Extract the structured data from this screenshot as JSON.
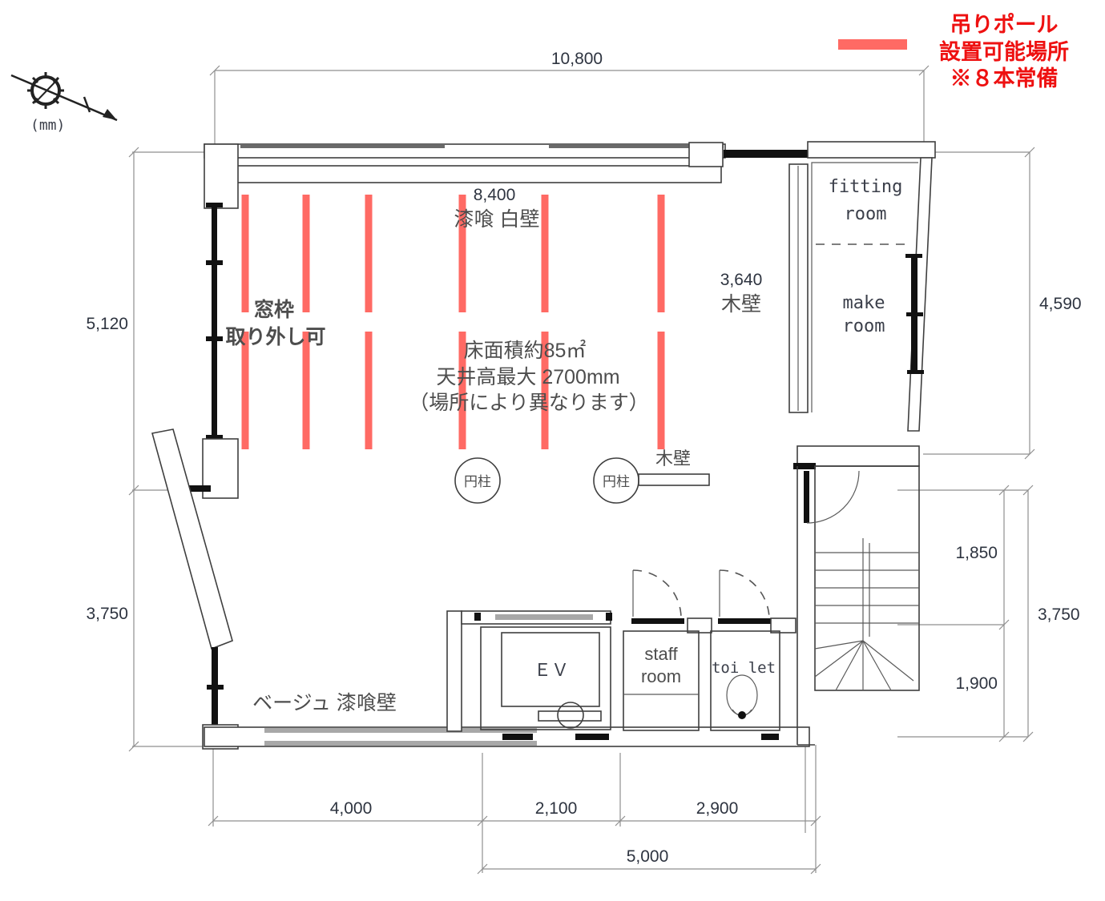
{
  "legend": {
    "lines": [
      "吊りポール",
      "設置可能場所",
      "※８本常備"
    ],
    "text_color": "#ee1111",
    "swatch_color": "#ff6a64"
  },
  "compass": {
    "unit_label": "(mm)"
  },
  "dimensions": {
    "top": "10,800",
    "left_upper": "5,120",
    "left_lower": "3,750",
    "right_upper": "4,590",
    "right_inner_upper": "1,850",
    "right_outer": "3,750",
    "right_inner_lower": "1,900",
    "bottom_left": "4,000",
    "bottom_mid": "2,100",
    "bottom_right": "2,900",
    "bottom_total": "5,000"
  },
  "annotations": {
    "north_wall": [
      "8,400",
      "漆喰 白壁"
    ],
    "east_wall": [
      "3,640",
      "木壁"
    ],
    "window": [
      "窓枠",
      "取り外し可"
    ],
    "floor_info": [
      "床面積約85㎡",
      "天井高最大 2700mm",
      "（場所により異なります）"
    ],
    "column_label": "円柱",
    "wood_wall_label": "木壁",
    "south_wall": "ベージュ 漆喰壁"
  },
  "rooms": {
    "fitting": [
      "fitting",
      "room"
    ],
    "make": [
      "make",
      "room"
    ],
    "staff": [
      "staff",
      "room"
    ],
    "toilet": "toi let",
    "elevator": "ＥＶ"
  },
  "hanging_poles": {
    "color": "#ff6a64",
    "width": 9,
    "columns_x": [
      306,
      382,
      460,
      577,
      680,
      825
    ],
    "segments_y": [
      [
        243,
        390
      ],
      [
        414,
        561
      ]
    ]
  }
}
